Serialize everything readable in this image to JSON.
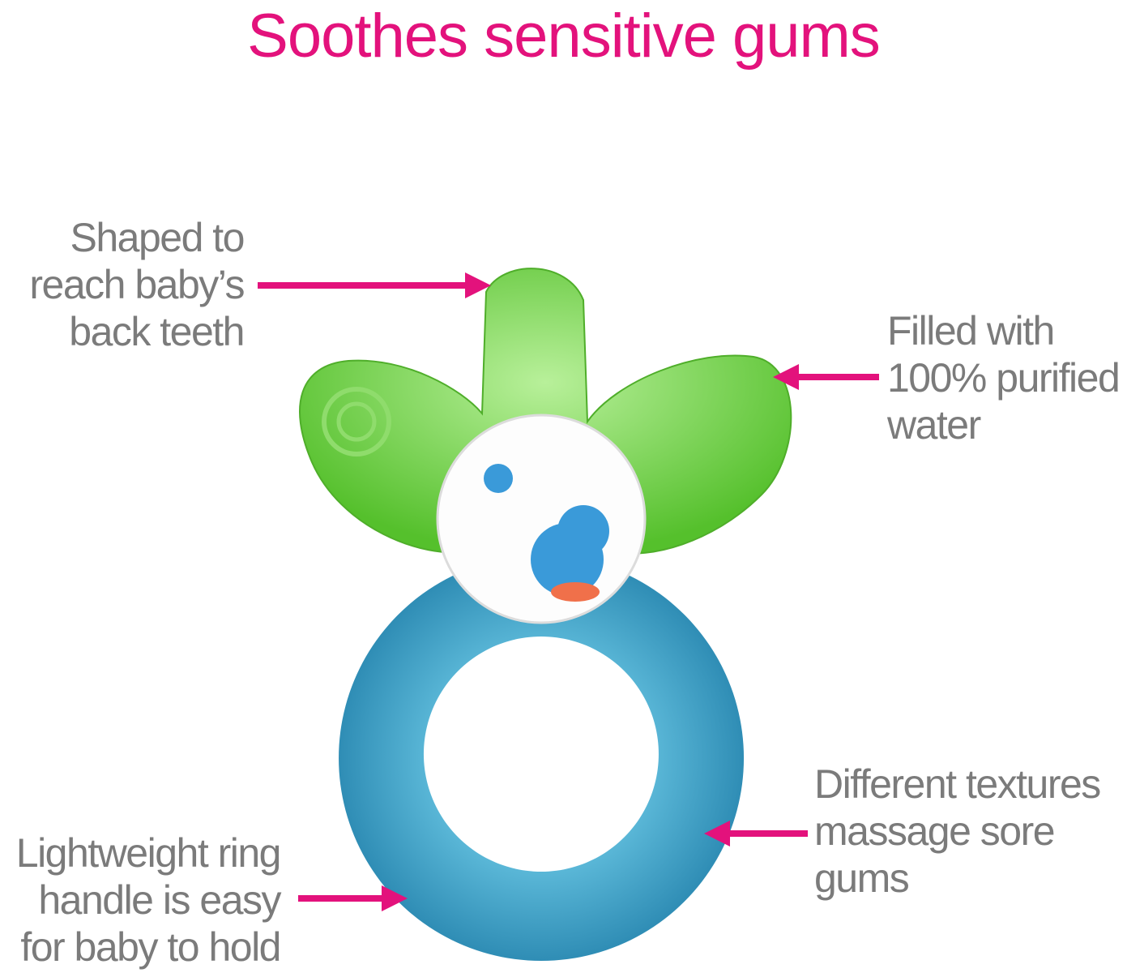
{
  "title": "Soothes sensitive gums",
  "callouts": {
    "top_left": [
      "Shaped to",
      "reach baby’s",
      "back teeth"
    ],
    "right": [
      "Filled with",
      "100% purified",
      "water"
    ],
    "bottom_right": [
      "Different textures",
      "massage sore",
      "gums"
    ],
    "bottom_left": [
      "Lightweight ring",
      "handle is easy",
      "for baby to hold"
    ]
  },
  "colors": {
    "accent": "#e3127c",
    "text": "#7b7b7b",
    "green": "#6fd04a",
    "blue": "#3d9fc4"
  }
}
